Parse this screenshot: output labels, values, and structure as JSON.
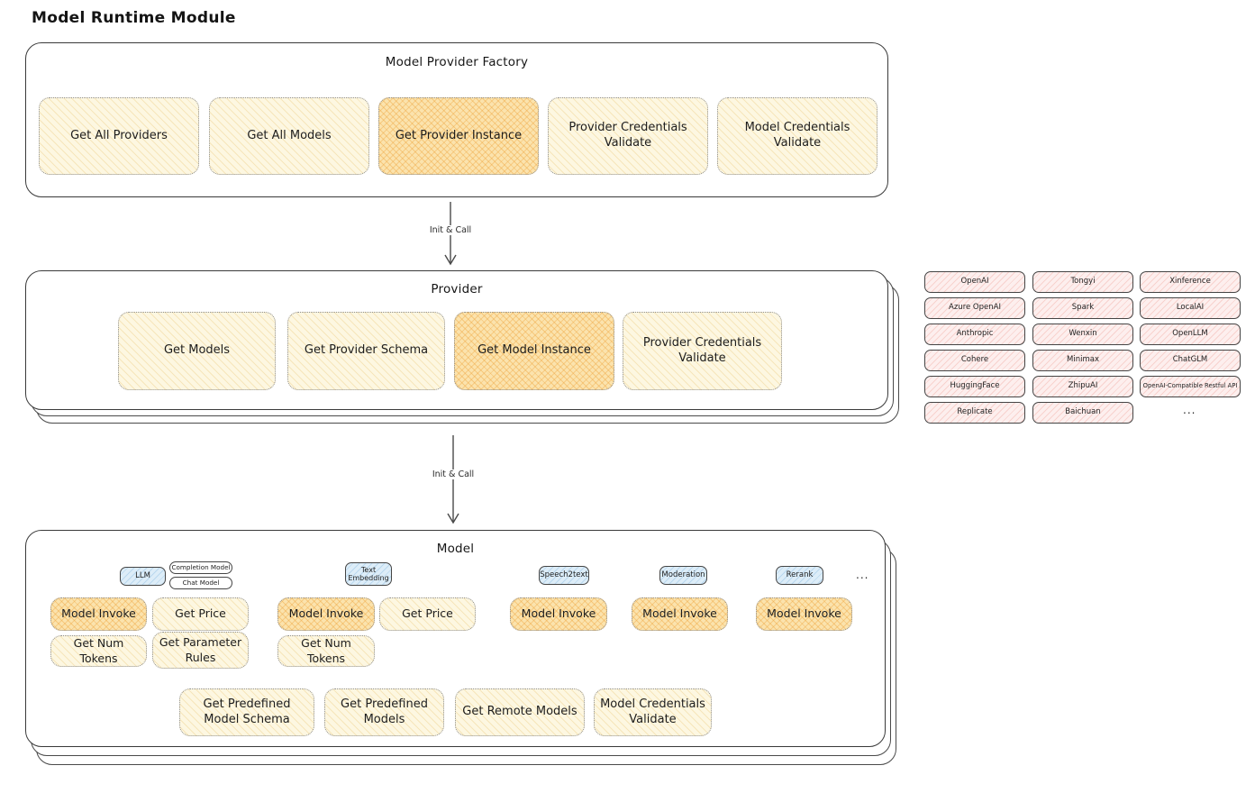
{
  "page": {
    "title": "Model Runtime Module"
  },
  "flow": {
    "arrow1_label": "Init & Call",
    "arrow2_label": "Init & Call"
  },
  "colors": {
    "button_yellow": "#fdf7e1",
    "button_highlight_orange": "#fbe3ad",
    "provider_chip_pink": "#fdefee",
    "model_type_blue": "#ddedf8",
    "ink": "#1d1d1d"
  },
  "factory": {
    "title": "Model Provider Factory",
    "buttons": [
      {
        "label": "Get All Providers",
        "highlight": false
      },
      {
        "label": "Get All Models",
        "highlight": false
      },
      {
        "label": "Get Provider Instance",
        "highlight": true
      },
      {
        "label": "Provider Credentials Validate",
        "highlight": false
      },
      {
        "label": "Model Credentials Validate",
        "highlight": false
      }
    ]
  },
  "provider": {
    "title": "Provider",
    "buttons": [
      {
        "label": "Get Models",
        "highlight": false
      },
      {
        "label": "Get Provider Schema",
        "highlight": false
      },
      {
        "label": "Get Model Instance",
        "highlight": true
      },
      {
        "label": "Provider Credentials Validate",
        "highlight": false
      }
    ]
  },
  "providers_panel": {
    "col1": [
      "OpenAI",
      "Azure OpenAI",
      "Anthropic",
      "Cohere",
      "HuggingFace",
      "Replicate"
    ],
    "col2": [
      "Tongyi",
      "Spark",
      "Wenxin",
      "Minimax",
      "ZhipuAI",
      "Baichuan"
    ],
    "col3": [
      "Xinference",
      "LocalAI",
      "OpenLLM",
      "ChatGLM",
      "OpenAI-Compatible Restful API"
    ],
    "more": "..."
  },
  "model": {
    "title": "Model",
    "more": "...",
    "types": [
      {
        "tab": "LLM",
        "subtabs": [
          "Completion Model",
          "Chat Model"
        ],
        "buttons": [
          {
            "label": "Model Invoke",
            "highlight": true
          },
          {
            "label": "Get Price",
            "highlight": false
          },
          {
            "label": "Get Num Tokens",
            "highlight": false
          },
          {
            "label": "Get Parameter Rules",
            "highlight": false
          }
        ]
      },
      {
        "tab": "Text Embedding",
        "buttons": [
          {
            "label": "Model Invoke",
            "highlight": true
          },
          {
            "label": "Get Price",
            "highlight": false
          },
          {
            "label": "Get Num Tokens",
            "highlight": false
          }
        ]
      },
      {
        "tab": "Speech2text",
        "buttons": [
          {
            "label": "Model Invoke",
            "highlight": true
          }
        ]
      },
      {
        "tab": "Moderation",
        "buttons": [
          {
            "label": "Model Invoke",
            "highlight": true
          }
        ]
      },
      {
        "tab": "Rerank",
        "buttons": [
          {
            "label": "Model Invoke",
            "highlight": true
          }
        ]
      }
    ],
    "shared_buttons": [
      {
        "label": "Get Predefined Model Schema"
      },
      {
        "label": "Get Predefined Models"
      },
      {
        "label": "Get Remote Models"
      },
      {
        "label": "Model Credentials Validate"
      }
    ]
  }
}
